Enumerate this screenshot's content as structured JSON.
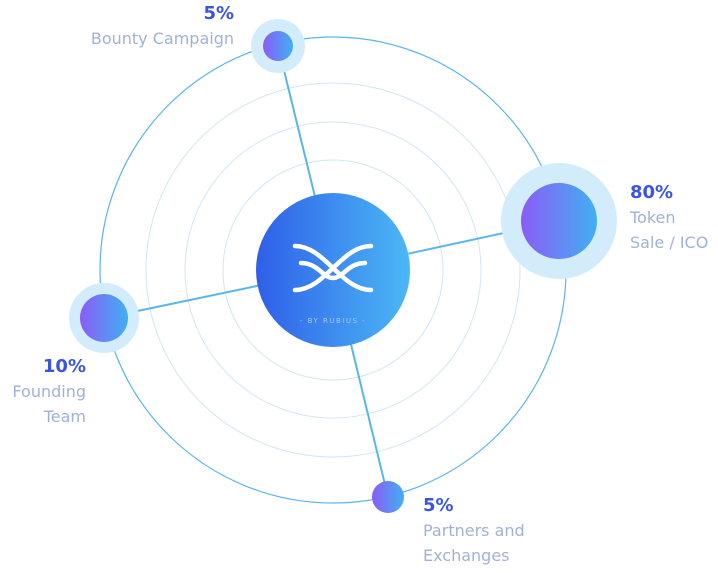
{
  "chart_data": {
    "type": "pie",
    "slices": [
      {
        "id": "slice-bounty",
        "percent": "5%",
        "value": 5,
        "name": [
          "Bounty Campaign"
        ]
      },
      {
        "id": "slice-token",
        "percent": "80%",
        "value": 80,
        "name": [
          "Token",
          "Sale / ICO"
        ]
      },
      {
        "id": "slice-founding",
        "percent": "10%",
        "value": 10,
        "name": [
          "Founding",
          "Team"
        ]
      },
      {
        "id": "slice-partners",
        "percent": "5%",
        "value": 5,
        "name": [
          "Partners and",
          "Exchanges"
        ]
      }
    ]
  },
  "center": {
    "byline": "- BY RUBIUS -"
  },
  "colors": {
    "ring": "#5ab6ea",
    "ring_inner": "#cfe7f7",
    "halo": "#d3ecfb",
    "node_start": "#8b5cf6",
    "node_end": "#3fb0f3",
    "hub_start": "#2f5fe8",
    "hub_end": "#4bb8f5",
    "logo": "#ffffff"
  }
}
